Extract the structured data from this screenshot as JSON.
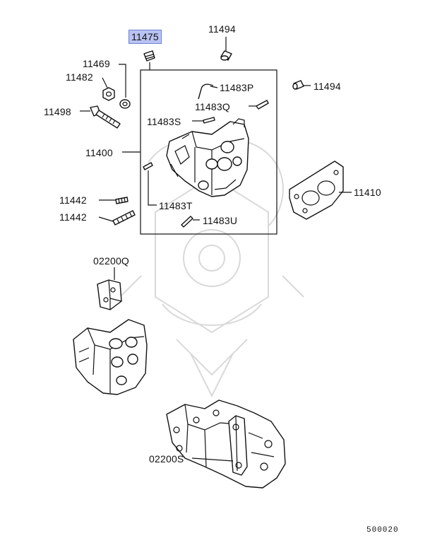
{
  "diagram": {
    "highlight_color": "#b9c3f3",
    "highlight_border_color": "#6d7fd6",
    "labels": {
      "p11475": "11475",
      "p11494_top": "11494",
      "p11469": "11469",
      "p11482": "11482",
      "p11494_right": "11494",
      "p11483P": "11483P",
      "p11483Q": "11483Q",
      "p11498": "11498",
      "p11483S": "11483S",
      "p11400": "11400",
      "p11410": "11410",
      "p11442_a": "11442",
      "p11442_b": "11442",
      "p11483T": "11483T",
      "p11483U": "11483U",
      "p02200Q": "02200Q",
      "p02200S": "02200S"
    },
    "diagram_code": "500020"
  }
}
